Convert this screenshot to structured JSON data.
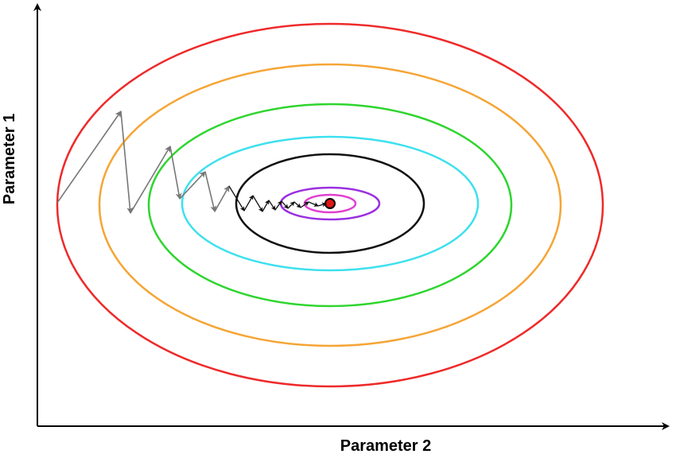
{
  "axes": {
    "x_label": "Parameter 2",
    "y_label": "Parameter 1",
    "color": "#000000"
  },
  "contours": [
    {
      "name": "red",
      "color": "#ee2a2a"
    },
    {
      "name": "orange",
      "color": "#f5a535"
    },
    {
      "name": "green",
      "color": "#2ed52e"
    },
    {
      "name": "cyan",
      "color": "#3ee0ee"
    },
    {
      "name": "black",
      "color": "#111111"
    },
    {
      "name": "purple",
      "color": "#9b30e0"
    },
    {
      "name": "magenta",
      "color": "#e040d0"
    }
  ],
  "minimum": {
    "color": "#e01515"
  },
  "path": {
    "color_far": "#777777",
    "color_near": "#111111"
  }
}
